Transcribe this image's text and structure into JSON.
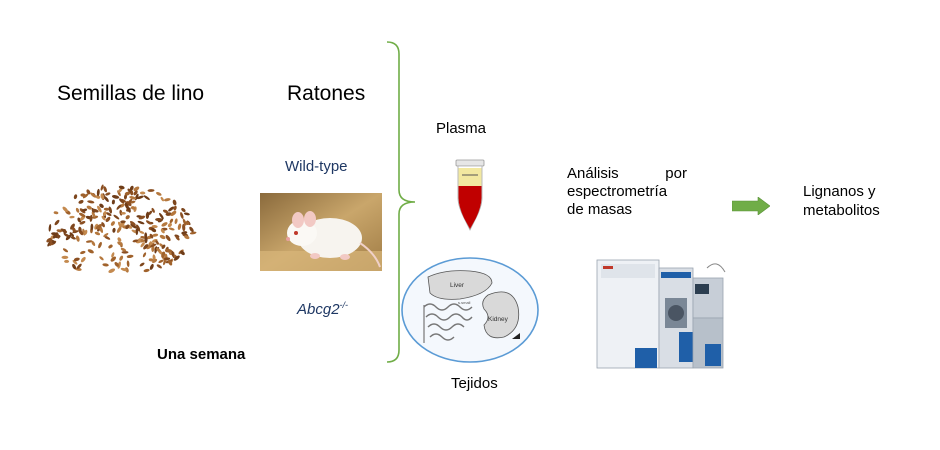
{
  "seeds": {
    "title": "Semillas de lino"
  },
  "mice": {
    "title": "Ratones",
    "wild_type": "Wild-type",
    "knockout": "Abcg2",
    "knockout_sup": "-/-"
  },
  "duration": "Una semana",
  "samples": {
    "plasma": "Plasma",
    "tissues": "Tejidos",
    "organ_liver": "Liver",
    "organ_kidney": "Kidney",
    "organ_small": "s.small"
  },
  "analysis": {
    "line1": "Análisis por",
    "line2": "espectrometría",
    "line3": "de masas"
  },
  "result": {
    "line1": "Lignanos y",
    "line2": "metabolitos"
  },
  "colors": {
    "brace": "#70ad47",
    "arrow": "#70ad47",
    "mouse_label": "#1f3864",
    "blood": "#c00000",
    "plasma_yellow": "#f2e8a0",
    "tissue_ellipse": "#5b9bd5"
  }
}
